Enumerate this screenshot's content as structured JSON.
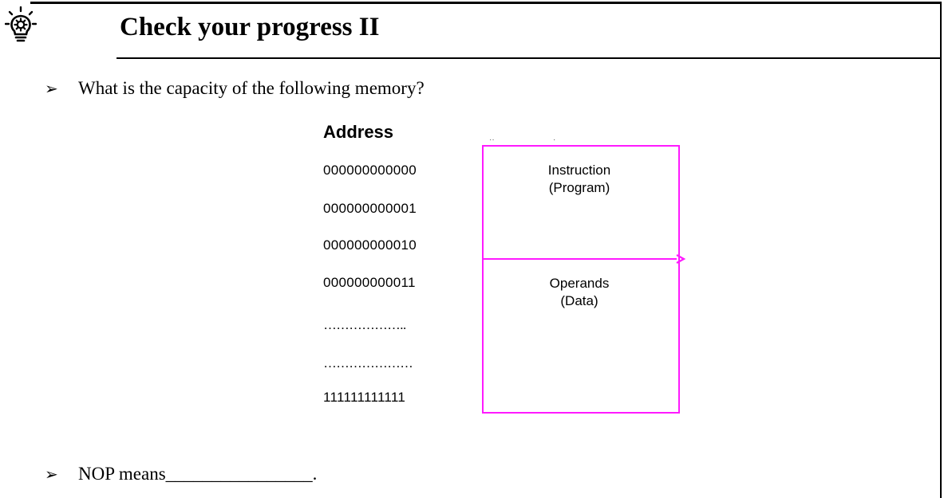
{
  "header": {
    "title": "Check your progress II",
    "icon": "lightbulb-gear-icon"
  },
  "questions": [
    {
      "bullet": "➢",
      "text": "What is the capacity of the following memory?"
    },
    {
      "bullet": "➢",
      "text": "NOP means________________."
    }
  ],
  "diagram": {
    "address_heading": "Address",
    "addresses": [
      "000000000000",
      "000000000001",
      "000000000010",
      "000000000011",
      "………………..",
      "…………………",
      "111111111111"
    ],
    "sections": [
      {
        "line1": "Instruction",
        "line2": "(Program)"
      },
      {
        "line1": "Operands",
        "line2": "(Data)"
      }
    ],
    "accent_color": "#ff1aff"
  }
}
